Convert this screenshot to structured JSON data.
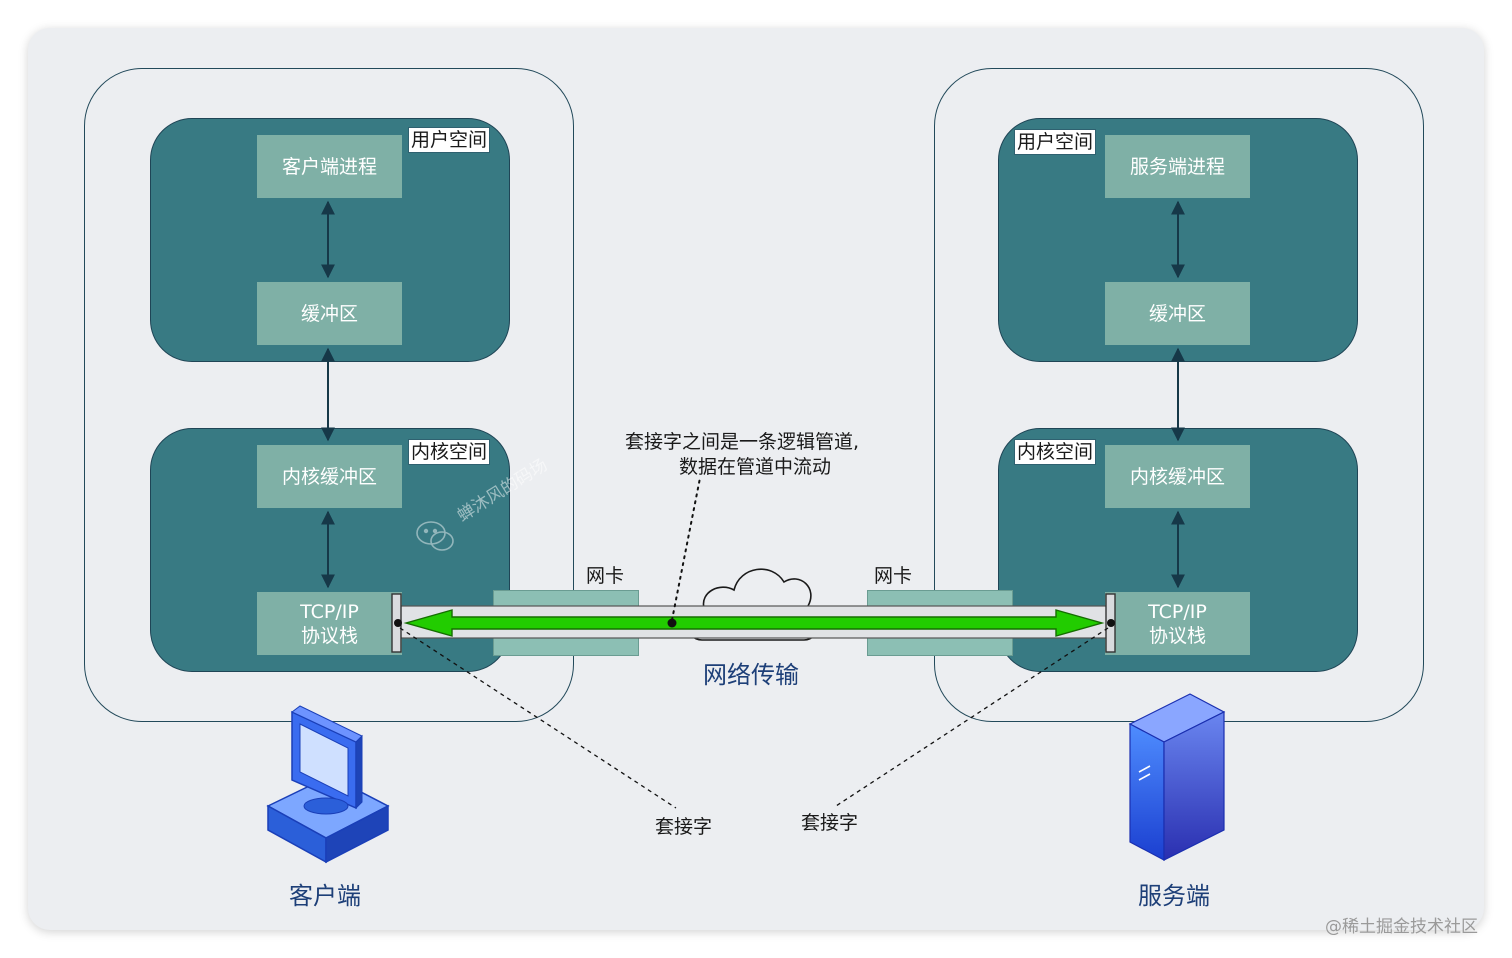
{
  "client": {
    "user_space_label": "用户空间",
    "kernel_space_label": "内核空间",
    "process": "客户端进程",
    "buffer": "缓冲区",
    "kernel_buffer": "内核缓冲区",
    "tcpip_line1": "TCP/IP",
    "tcpip_line2": "协议栈",
    "nic_label": "网卡",
    "device_label": "客户端"
  },
  "server": {
    "user_space_label": "用户空间",
    "kernel_space_label": "内核空间",
    "process": "服务端进程",
    "buffer": "缓冲区",
    "kernel_buffer": "内核缓冲区",
    "tcpip_line1": "TCP/IP",
    "tcpip_line2": "协议栈",
    "nic_label": "网卡",
    "device_label": "服务端"
  },
  "network_label": "网络传输",
  "pipe_note_line1": "套接字之间是一条逻辑管道,",
  "pipe_note_line2": "数据在管道中流动",
  "socket_label_left": "套接字",
  "socket_label_right": "套接字",
  "watermark_text": "蝉沐风的码场",
  "footer_credit": "@稀土掘金技术社区",
  "colors": {
    "space_fill": "#387a83",
    "box_fill": "#7fb0a6",
    "arrow_green": "#22cc00",
    "device_blue": "#2b5fd9"
  }
}
